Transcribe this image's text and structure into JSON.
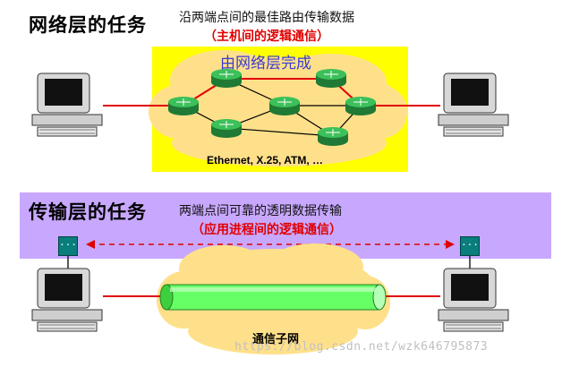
{
  "network_layer": {
    "title": "网络层的任务",
    "caption": "沿两端点间的最佳路由传输数据",
    "highlight": "（主机间的逻辑通信）",
    "panel_label": "由网络层完成",
    "technologies": "Ethernet, X.25, ATM, …"
  },
  "transport_layer": {
    "title": "传输层的任务",
    "caption": "两端点间可靠的透明数据传输",
    "highlight": "（应用进程间的逻辑通信）",
    "process_left": "···",
    "process_right": "···"
  },
  "subnet": {
    "label": "通信子网"
  },
  "watermark": "https://blog.csdn.net/wzk646795873",
  "colors": {
    "panel_yellow": "#ffff00",
    "purple_band": "#c8a8ff",
    "router_green": "#2ea84a",
    "pipe_green": "#66ff66",
    "link_red": "#e00000",
    "cloud": "#ffe08a"
  },
  "icons": [
    "computer-icon",
    "router-icon",
    "process-icon",
    "pipe-icon",
    "cloud-icon"
  ]
}
